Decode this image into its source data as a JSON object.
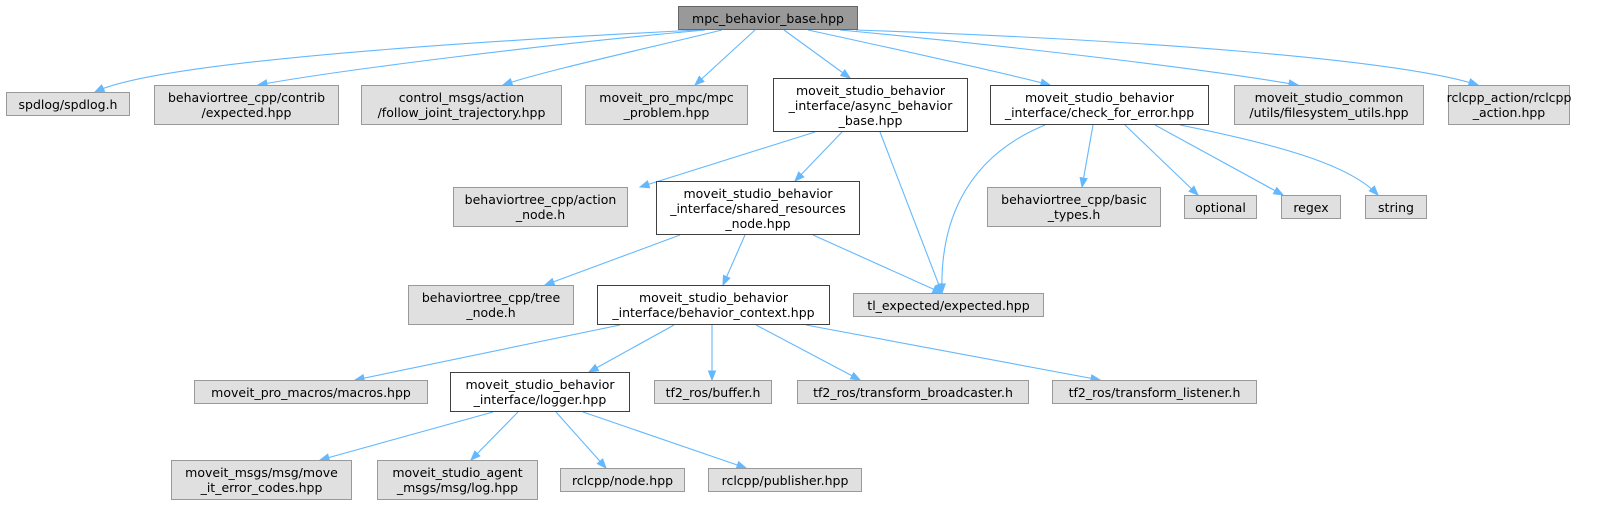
{
  "colors": {
    "edge": "#63b8ff",
    "root_fill": "#999999",
    "external_fill": "#e0e0e0",
    "project_fill": "#ffffff"
  },
  "nodes": {
    "root": "mpc_behavior_base.hpp",
    "spdlog": "spdlog/spdlog.h",
    "bt_expected": "behaviortree_cpp/contrib\n/expected.hpp",
    "follow_joint": "control_msgs/action\n/follow_joint_trajectory.hpp",
    "mpc_problem": "moveit_pro_mpc/mpc\n_problem.hpp",
    "async_behavior": "moveit_studio_behavior\n_interface/async_behavior\n_base.hpp",
    "check_for_error": "moveit_studio_behavior\n_interface/check_for_error.hpp",
    "filesystem_utils": "moveit_studio_common\n/utils/filesystem_utils.hpp",
    "rclcpp_action": "rclcpp_action/rclcpp\n_action.hpp",
    "bt_action_node": "behaviortree_cpp/action\n_node.h",
    "shared_resources": "moveit_studio_behavior\n_interface/shared_resources\n_node.hpp",
    "bt_basic_types": "behaviortree_cpp/basic\n_types.h",
    "optional": "optional",
    "regex": "regex",
    "string": "string",
    "bt_tree_node": "behaviortree_cpp/tree\n_node.h",
    "behavior_context": "moveit_studio_behavior\n_interface/behavior_context.hpp",
    "tl_expected": "tl_expected/expected.hpp",
    "macros": "moveit_pro_macros/macros.hpp",
    "logger": "moveit_studio_behavior\n_interface/logger.hpp",
    "tf2_buffer": "tf2_ros/buffer.h",
    "tf2_broadcaster": "tf2_ros/transform_broadcaster.h",
    "tf2_listener": "tf2_ros/transform_listener.h",
    "error_codes": "moveit_msgs/msg/move\n_it_error_codes.hpp",
    "agent_log": "moveit_studio_agent\n_msgs/msg/log.hpp",
    "rclcpp_node": "rclcpp/node.hpp",
    "rclcpp_publisher": "rclcpp/publisher.hpp"
  }
}
